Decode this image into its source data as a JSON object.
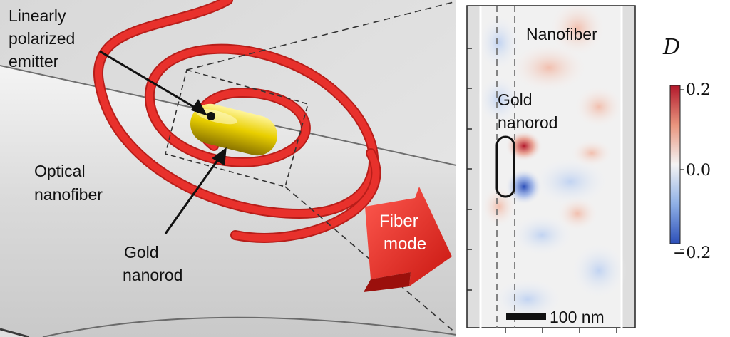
{
  "schematic": {
    "labels": {
      "emitter_line1": "Linearly",
      "emitter_line2": "polarized",
      "emitter_line3": "emitter",
      "fiber_line1": "Optical",
      "fiber_line2": "nanofiber",
      "rod_line1": "Gold",
      "rod_line2": "nanorod",
      "mode_line1": "Fiber",
      "mode_line2": "mode"
    },
    "colors": {
      "spiral": "#e8312c",
      "rod": "#e2c800",
      "arrow": "#e5201c"
    }
  },
  "map": {
    "nanofiber_label": "Nanofiber",
    "rod_line1": "Gold",
    "rod_line2": "nanorod",
    "scalebar_label": "100 nm",
    "colors": {
      "positive": "#b2182b",
      "zero": "#f4f4f4",
      "negative": "#2c4fb8"
    }
  },
  "colorbar": {
    "symbol": "D",
    "tick_labels": [
      "0.2",
      "0.0",
      "−0.2"
    ],
    "range": [
      -0.2,
      0.2
    ]
  }
}
